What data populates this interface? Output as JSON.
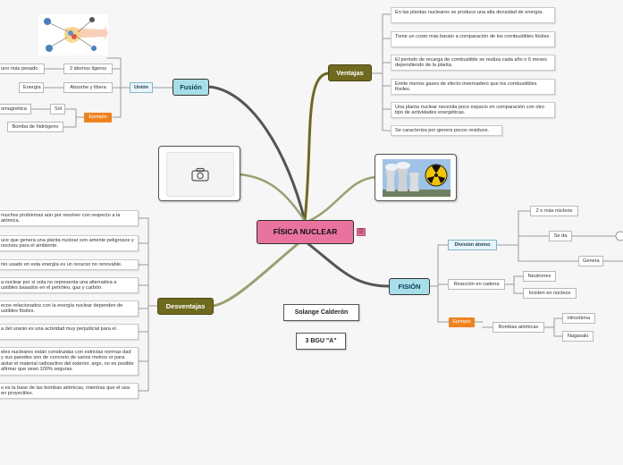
{
  "central": {
    "label": "FÍSICA NUCLEAR"
  },
  "author": {
    "name": "Solange Calderón",
    "group": "3 BGU \"A\""
  },
  "fusion": {
    "label": "Fusión",
    "union": {
      "label": "Unión",
      "items": [
        "2 átomos ligeros",
        "Absorbe y libera"
      ],
      "far": [
        "uno más pesado",
        "Energía"
      ]
    },
    "example": {
      "label": "Ejemplo",
      "items": [
        "Sol",
        "Bomba de hidrógeno"
      ],
      "far": "omagnética"
    }
  },
  "ventajas": {
    "label": "Ventajas",
    "items": [
      "En las plantas nucleares se produce una alta densidad de energía.",
      "Tiene un costo más barato a comparación de los combustibles fósiles.",
      "El periodo de recarga de combustible se realiza cada año o 6 meses dependiendo de la planta.",
      "Emite menos gases de efecto invernadero que los combustibles fósiles.",
      "Una planta nuclear necesita poco espacio en comparación con otro tipo de actividades energéticas.",
      "Se caracteriza por genera pocos residuos."
    ]
  },
  "fision": {
    "label": "FISIÓN",
    "division": {
      "label": "División átomo",
      "items": [
        "2 o más núcleos",
        "Se da",
        "Genera"
      ]
    },
    "chain": {
      "label": "Reacción en cadena",
      "items": [
        "Neutrones",
        "Inciden en núcleos"
      ]
    },
    "example": {
      "label": "Ejemplo",
      "bombs": "Bombas atómicas",
      "items": [
        "Hiroshima",
        "Nagasaki"
      ]
    }
  },
  "desventajas": {
    "label": "Desventajas",
    "items": [
      "muchos problemas aún por resolver con respecto a la atómica.",
      "uce que genera una planta nuclear son amente peligrosos y nocivos para el ambiente.",
      "nio usado en esta energía es un recurso no renovable.",
      "a nuclear por sí sola no representa una alternativa a ustibles basados en el petróleo, gas y carbón.",
      "ecos relacionados con la energía nuclear dependen de ustibles fósiles.",
      "a del uranio es una actividad muy perjudicial para el .",
      "eles nucleares están construidas con estrictas normas dad y sus paredes son de concreto de varios metros or para aislar el material radioactivo del exterior. argo, no es posible afirmar que sean 100% seguras.",
      "o es la base de las bombas atómicas, mientras que el usa en proyectiles."
    ]
  },
  "colors": {
    "central": "#e9739e",
    "olive": "#6f6a1e",
    "blue": "#a7dfe9",
    "orange": "#f0821e"
  },
  "icons": [
    "camera-icon",
    "fusion-diagram-image",
    "nuclear-plant-image",
    "note-icon"
  ]
}
